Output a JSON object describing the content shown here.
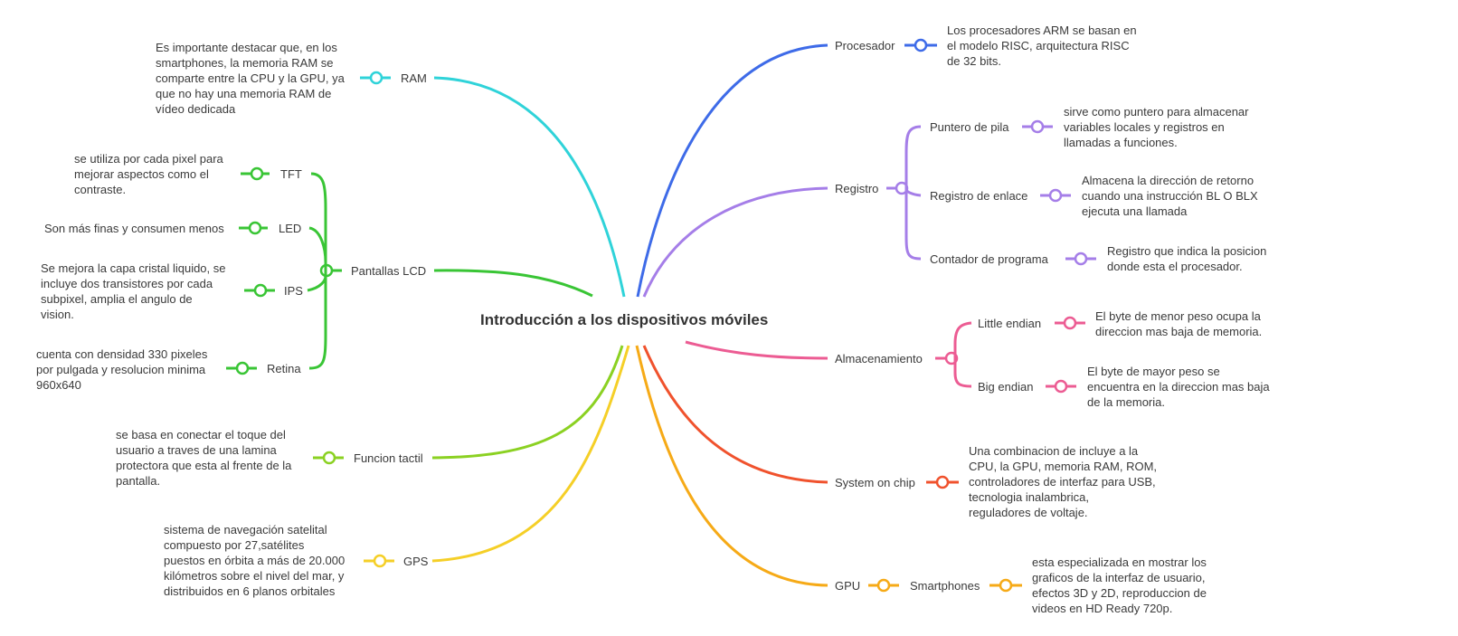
{
  "colors": {
    "ram": "#2fd3d9",
    "lcd": "#39c535",
    "tactil": "#8bd122",
    "gps": "#f5cf27",
    "procesador": "#3e6be8",
    "registro": "#a57ee8",
    "almacenamiento": "#ec5c93",
    "soc": "#f0522d",
    "gpu": "#f6aa17"
  },
  "central": {
    "title": "Introducción a los dispositivos móviles"
  },
  "left": {
    "ram": {
      "label": "RAM",
      "desc": "Es importante destacar que, en los\nsmartphones, la memoria RAM se\ncomparte entre la CPU y la GPU, ya\nque no hay una memoria RAM de\nvídeo dedicada"
    },
    "lcd": {
      "label": "Pantallas LCD",
      "tft": {
        "label": "TFT",
        "desc": "se utiliza por cada pixel para\nmejorar aspectos como el\ncontraste."
      },
      "led": {
        "label": "LED",
        "desc": "Son más finas y consumen menos"
      },
      "ips": {
        "label": "IPS",
        "desc": "Se mejora la capa cristal liquido, se\nincluye dos transistores por cada\nsubpixel, amplia el angulo de\nvision."
      },
      "retina": {
        "label": "Retina",
        "desc": "cuenta con densidad 330 pixeles\npor pulgada y resolucion minima\n960x640"
      }
    },
    "tactil": {
      "label": "Funcion tactil",
      "desc": "se basa en conectar el toque del\nusuario a traves de una lamina\nprotectora que esta al frente de la\npantalla."
    },
    "gps": {
      "label": "GPS",
      "desc": "sistema de navegación satelital\ncompuesto por 27,satélites\npuestos en órbita a más de 20.000\nkilómetros sobre el nivel del mar, y\ndistribuidos en 6 planos orbitales"
    }
  },
  "right": {
    "procesador": {
      "label": "Procesador",
      "desc": "Los procesadores ARM se basan en\nel modelo RISC, arquitectura RISC\nde 32 bits."
    },
    "registro": {
      "label": "Registro",
      "pila": {
        "label": "Puntero de pila",
        "desc": "sirve como puntero para almacenar\nvariables locales y registros en\nllamadas a funciones."
      },
      "enlace": {
        "label": "Registro de enlace",
        "desc": "Almacena la dirección de retorno\ncuando una instrucción BL O BLX\nejecuta una llamada"
      },
      "contador": {
        "label": "Contador de programa",
        "desc": "Registro que indica la posicion\ndonde esta el procesador."
      }
    },
    "almacenamiento": {
      "label": "Almacenamiento",
      "little": {
        "label": "Little endian",
        "desc": "El byte de menor peso ocupa la\ndireccion mas baja de memoria."
      },
      "big": {
        "label": "Big endian",
        "desc": "El byte de mayor peso se\nencuentra en la direccion mas baja\nde la memoria."
      }
    },
    "soc": {
      "label": "System on chip",
      "desc": "Una combinacion de incluye a la\nCPU, la GPU, memoria RAM, ROM,\ncontroladores de interfaz para USB,\ntecnologia inalambrica,\nreguladores de voltaje."
    },
    "gpu": {
      "label": "GPU",
      "smart": {
        "label": "Smartphones",
        "desc": "esta especializada en mostrar los\ngraficos de la interfaz de usuario,\nefectos 3D y 2D, reproduccion de\nvideos en HD Ready 720p."
      }
    }
  }
}
